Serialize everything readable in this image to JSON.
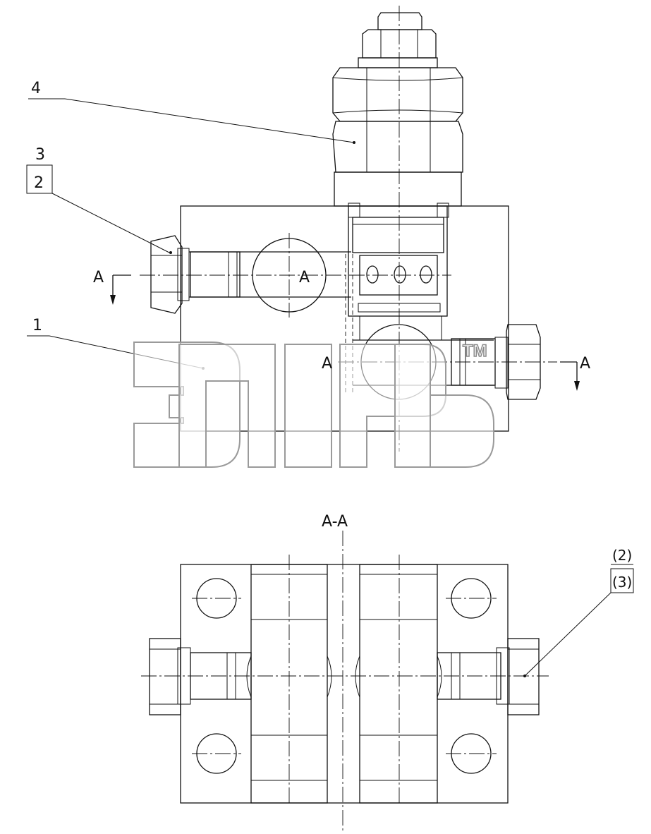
{
  "labels": {
    "part_1": "1",
    "part_2": "2",
    "part_3": "3",
    "part_4": "4",
    "section_left_A": "A",
    "section_right_A": "A",
    "port_left_A": "A",
    "port_right_A": "A",
    "section_title": "A-A",
    "ref_2": "(2)",
    "ref_3": "(3)"
  },
  "watermark": {
    "trademark": "TM"
  },
  "colors": {
    "line": "#111111",
    "watermark_outline": "#9a9a9a",
    "background": "#ffffff"
  }
}
